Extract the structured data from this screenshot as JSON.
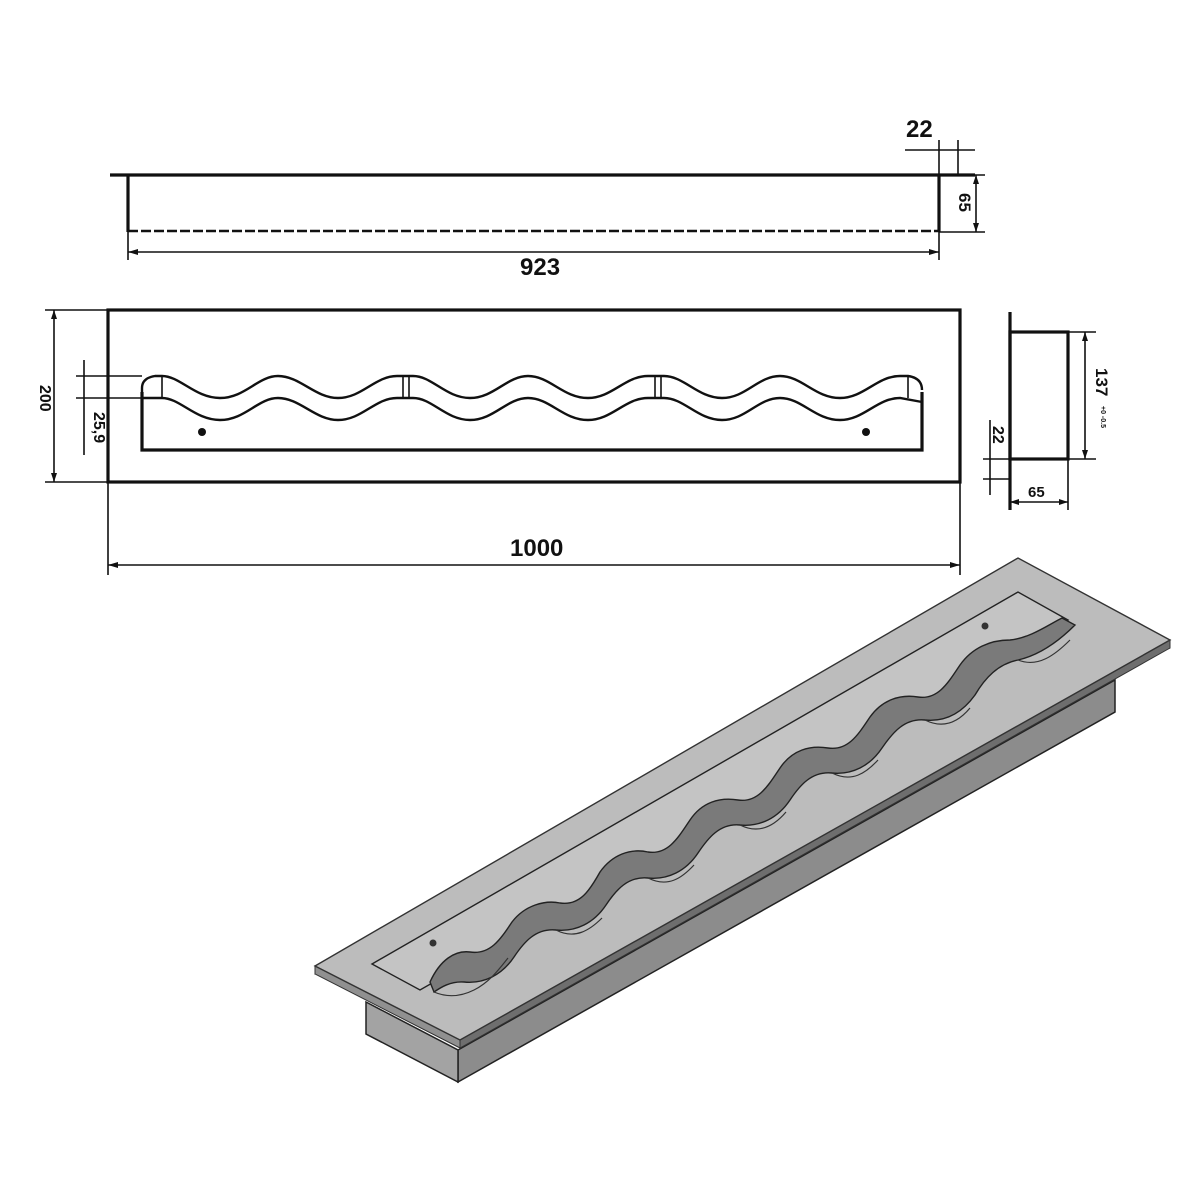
{
  "drawing": {
    "subject": "bio-fireplace burner insert with wave-shaped slot",
    "units": "mm",
    "colors": {
      "line": "#111111",
      "background": "#ffffff",
      "iso_top": "#b9b9b9",
      "iso_top_inner": "#c3c3c3",
      "iso_side_dark": "#8c8c8c",
      "iso_side_mid": "#a3a3a3",
      "iso_cut": "#7a7a7a"
    }
  },
  "views": {
    "side_view": {
      "label": "side-elevation",
      "dimensions": {
        "length": "923",
        "flange_offset": "22",
        "height": "65"
      }
    },
    "plan_view": {
      "label": "top-plan",
      "dimensions": {
        "overall_length": "1000",
        "overall_width": "200",
        "wave_slot_width": "25,9"
      },
      "wave_segments": 3,
      "mounting_holes": 2
    },
    "end_view": {
      "label": "end-section",
      "dimensions": {
        "depth": "137",
        "depth_tolerance": "+0 -0.5",
        "flange_offset": "22",
        "height": "65"
      }
    },
    "isometric_view": {
      "label": "3d-isometric"
    }
  }
}
